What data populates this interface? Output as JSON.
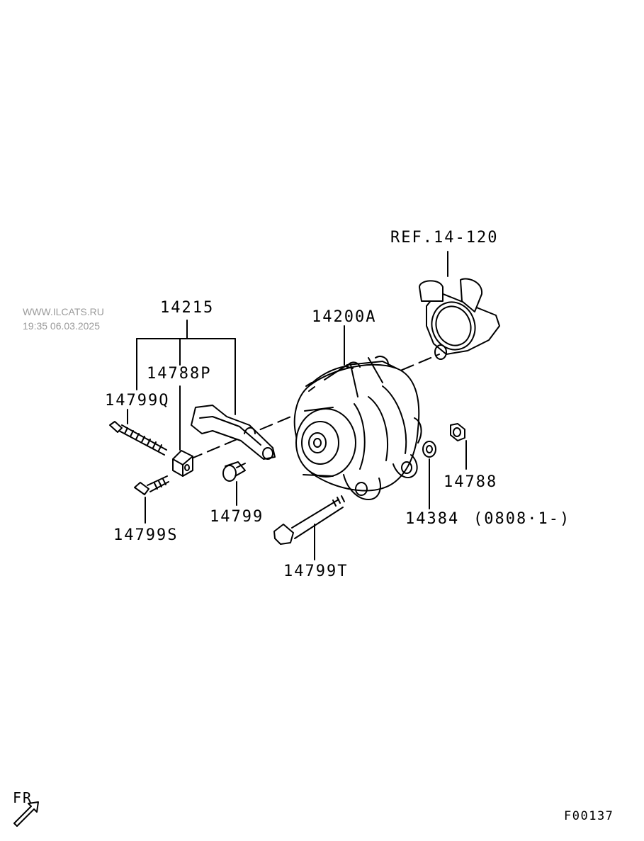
{
  "watermark": {
    "site": "WWW.ILCATS.RU",
    "timestamp": "19:35 06.03.2025"
  },
  "labels": {
    "ref": "REF.14-120",
    "p14215": "14215",
    "p14200a": "14200A",
    "p14788p": "14788P",
    "p14799q": "14799Q",
    "p14799s": "14799S",
    "p14799": "14799",
    "p14799t": "14799T",
    "p14384": "14384",
    "p14384_note": "(0808·1-)",
    "p14788": "14788"
  },
  "orientation": {
    "label": "FR",
    "icon": "front-direction-arrow-icon"
  },
  "figure_code": "F00137"
}
